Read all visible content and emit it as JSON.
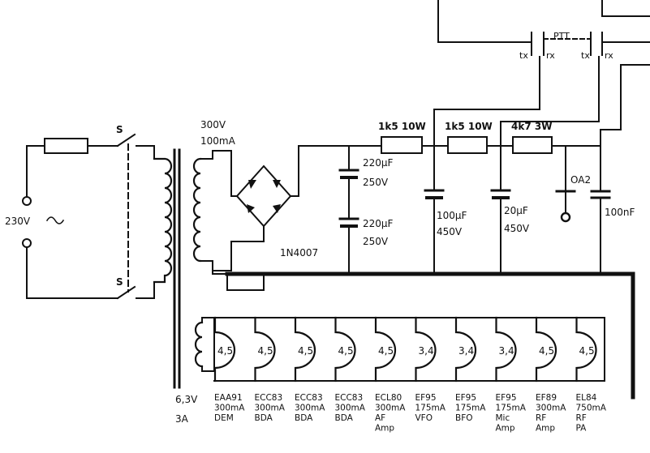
{
  "mains": {
    "voltage": "230V",
    "switch_top": "S",
    "switch_bottom": "S"
  },
  "transformer": {
    "hv_voltage": "300V",
    "hv_current": "100mA",
    "heater_voltage": "6,3V",
    "heater_current": "3A"
  },
  "rectifier": {
    "label": "1N4007"
  },
  "ptt": {
    "label": "PTT",
    "tx1": "tx",
    "rx1": "rx",
    "tx2": "tx",
    "rx2": "rx"
  },
  "resistors": [
    "1k5 10W",
    "1k5 10W",
    "4k7 3W"
  ],
  "capacitors": [
    {
      "value": "220µF",
      "voltage": "250V"
    },
    {
      "value": "220µF",
      "voltage": "250V"
    },
    {
      "value": "100µF",
      "voltage": "450V"
    },
    {
      "value": "20µF",
      "voltage": "450V"
    },
    {
      "value": "100nF",
      "voltage": ""
    }
  ],
  "regulator": {
    "label": "OA2"
  },
  "tubes": [
    {
      "pins": "4,5",
      "name": "EAA91",
      "current": "300mA",
      "func": "DEM"
    },
    {
      "pins": "4,5",
      "name": "ECC83",
      "current": "300mA",
      "func": "BDA"
    },
    {
      "pins": "4,5",
      "name": "ECC83",
      "current": "300mA",
      "func": "BDA"
    },
    {
      "pins": "4,5",
      "name": "ECC83",
      "current": "300mA",
      "func": "BDA"
    },
    {
      "pins": "4,5",
      "name": "ECL80",
      "current": "300mA",
      "func": "AF Amp"
    },
    {
      "pins": "3,4",
      "name": "EF95",
      "current": "175mA",
      "func": "VFO"
    },
    {
      "pins": "3,4",
      "name": "EF95",
      "current": "175mA",
      "func": "BFO"
    },
    {
      "pins": "3,4",
      "name": "EF95",
      "current": "175mA",
      "func": "Mic Amp"
    },
    {
      "pins": "4,5",
      "name": "EF89",
      "current": "300mA",
      "func": "RF Amp"
    },
    {
      "pins": "4,5",
      "name": "EL84",
      "current": "750mA",
      "func": "RF PA"
    }
  ]
}
